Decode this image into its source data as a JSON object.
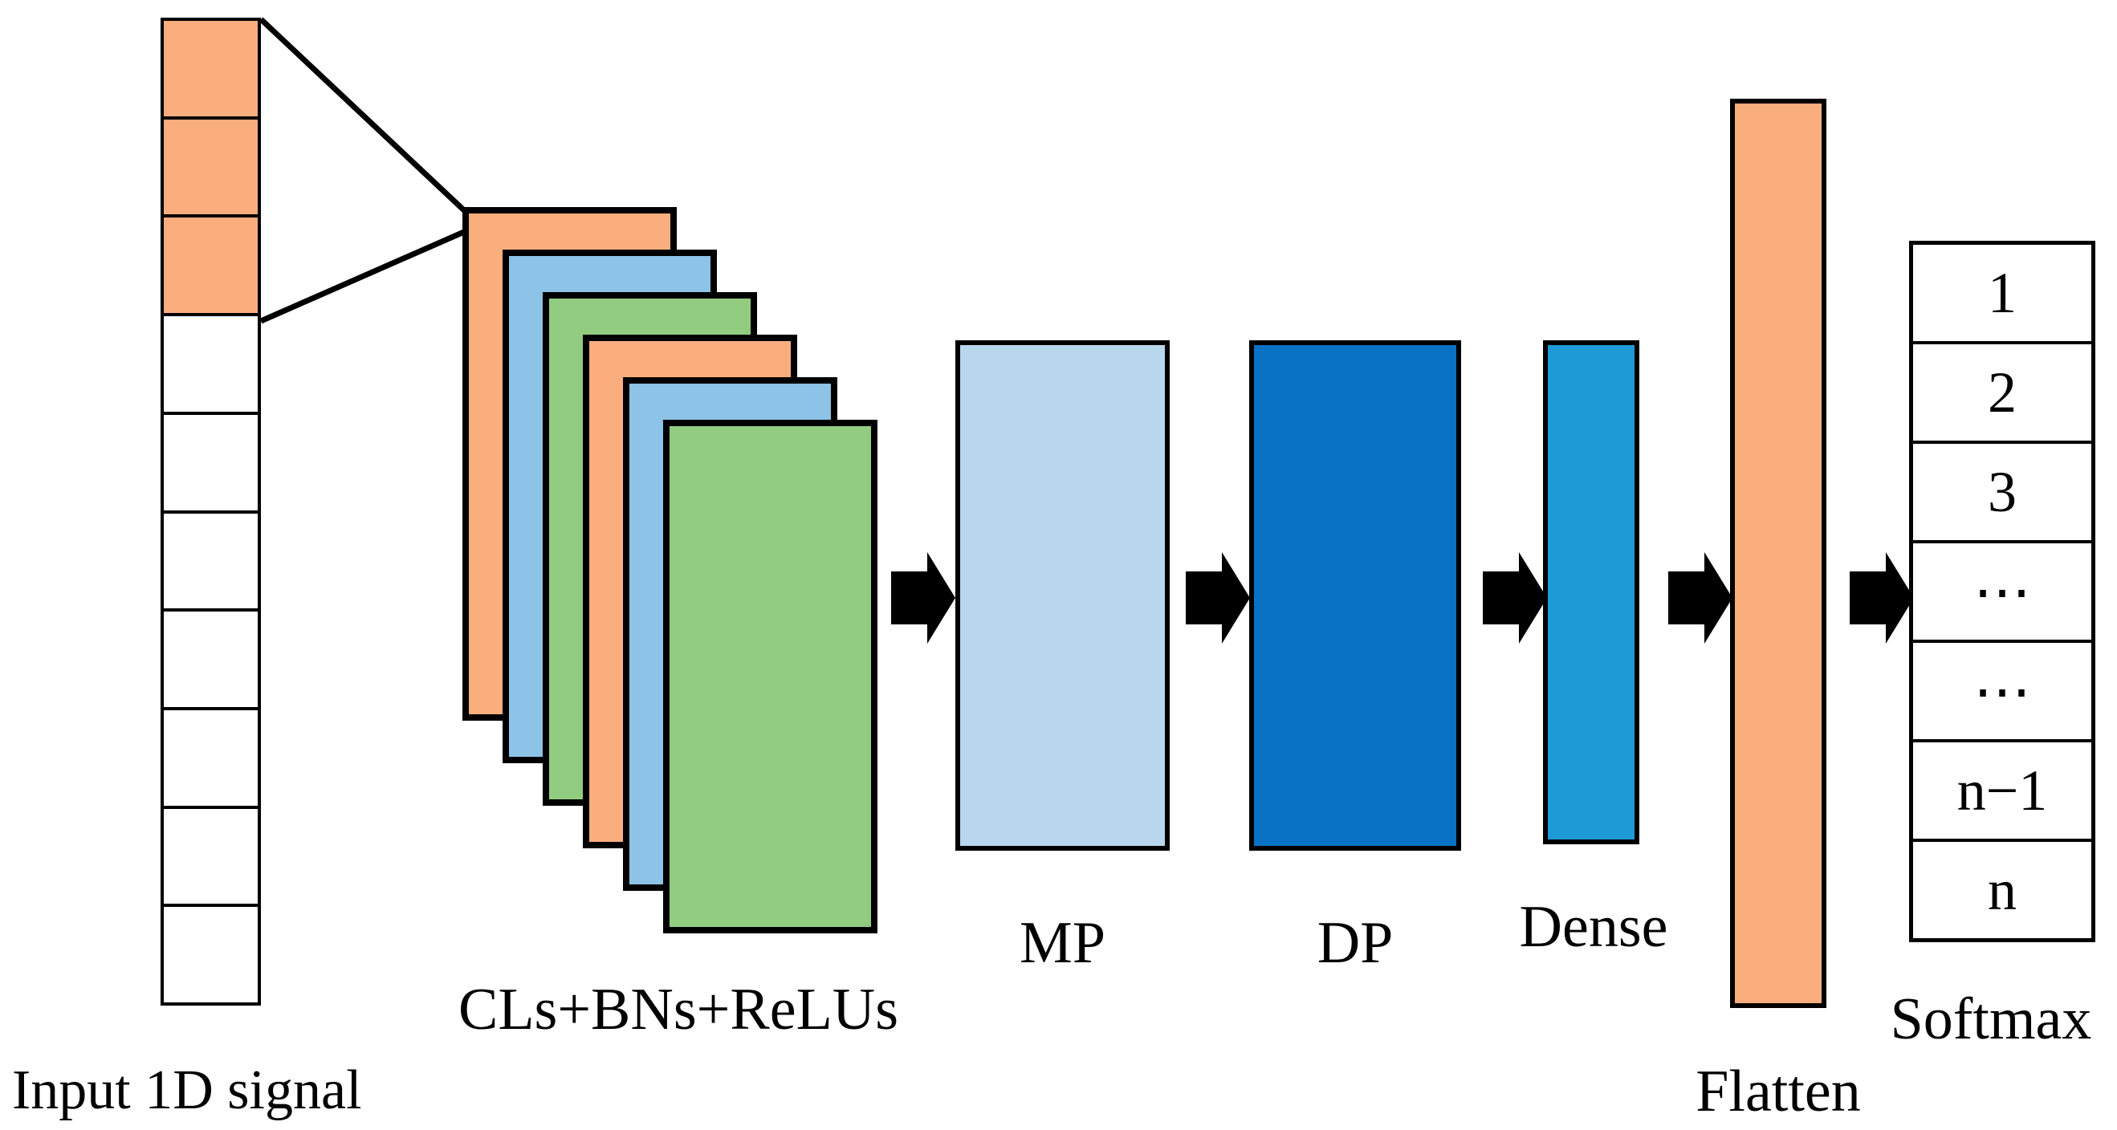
{
  "figure": {
    "description": "1D convolutional neural network architecture diagram"
  },
  "input_signal": {
    "label": "Input 1D signal",
    "cell_count": 10,
    "highlighted_cell_count": 3,
    "highlight_color": "#FBAE7D"
  },
  "conv_stack": {
    "label": "CLs+BNs+ReLUs",
    "layer_count": 6,
    "layer_colors": [
      "#FBAE7D",
      "#8CC3E6",
      "#92CC80",
      "#FBAE7D",
      "#8CC3E6",
      "#92CC80"
    ]
  },
  "blocks": {
    "mp": {
      "label": "MP",
      "color": "#B8D7EE"
    },
    "dp": {
      "label": "DP",
      "color": "#0A72C4"
    },
    "dense": {
      "label": "Dense",
      "color": "#1E9AD6"
    },
    "flatten": {
      "label": "Flatten",
      "color": "#FBAE7D"
    }
  },
  "softmax": {
    "label": "Softmax",
    "cells": [
      "1",
      "2",
      "3",
      "⋯",
      "⋯",
      "n−1",
      "n"
    ]
  },
  "arrows": {
    "count": 5,
    "color": "#000000"
  }
}
